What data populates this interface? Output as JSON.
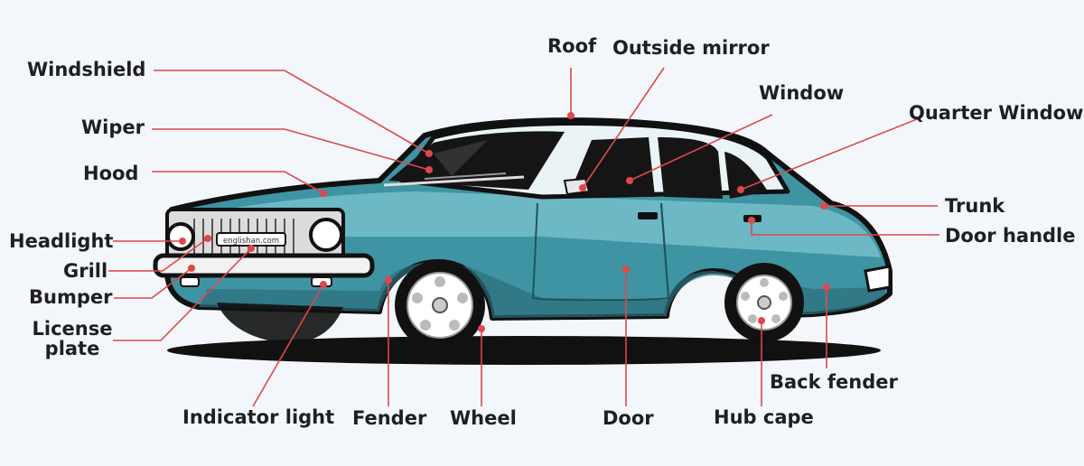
{
  "labels": {
    "roof": "Roof",
    "outside_mirror": "Outside mirror",
    "windshield": "Windshield",
    "window": "Window",
    "quarter_window": "Quarter Window",
    "wiper": "Wiper",
    "hood": "Hood",
    "trunk": "Trunk",
    "door_handle": "Door handle",
    "headlight": "Headlight",
    "grill": "Grill",
    "bumper": "Bumper",
    "license_plate_line1": "License",
    "license_plate_line2": "plate",
    "indicator_light": "Indicator light",
    "fender": "Fender",
    "wheel": "Wheel",
    "door": "Door",
    "hub_cape": "Hub cape",
    "back_fender": "Back fender"
  },
  "plate_text": "englishan.com",
  "colors": {
    "body": "#3f94a3",
    "body_light": "#7cc4cf",
    "body_dark": "#2c6e7a",
    "outline": "#111111",
    "leader_line": "#e0474c",
    "background": "#f3f7fb"
  }
}
